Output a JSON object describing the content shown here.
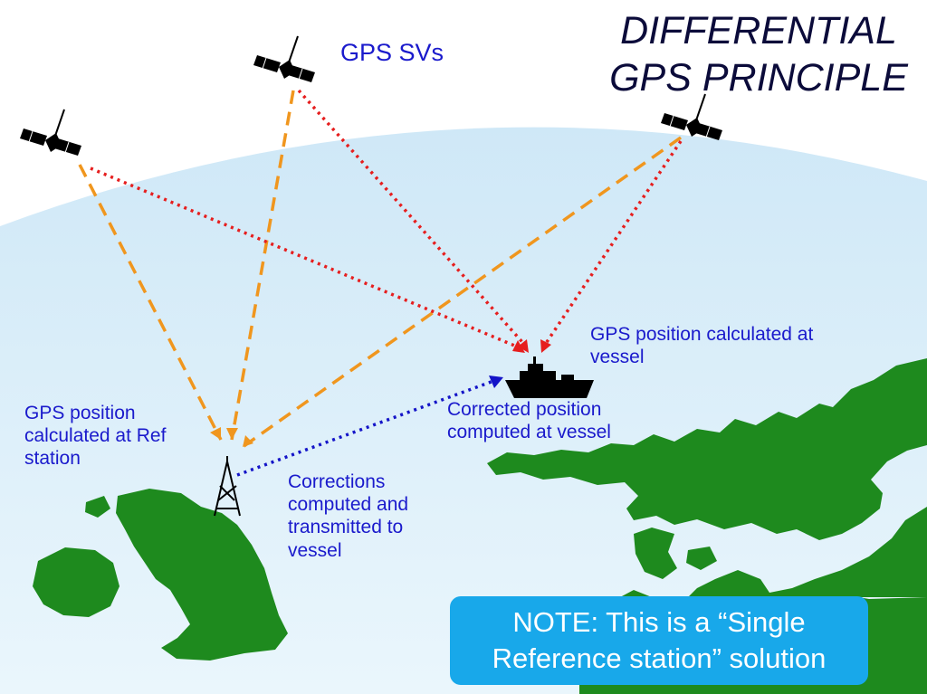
{
  "title": {
    "line1": "DIFFERENTIAL",
    "line2": "GPS PRINCIPLE"
  },
  "labels": {
    "satellites": "GPS SVs",
    "vessel_position": {
      "line1": "GPS position calculated at",
      "line2": "vessel"
    },
    "corrected_position": {
      "line1": "Corrected position",
      "line2": "computed at vessel"
    },
    "ref_position": {
      "line1": "GPS position",
      "line2": "calculated at Ref",
      "line3": "station"
    },
    "corrections": {
      "line1": "Corrections",
      "line2": "computed and",
      "line3": "transmitted to",
      "line4": "vessel"
    }
  },
  "note": {
    "line1": "NOTE:   This is a “Single",
    "line2": "Reference station” solution"
  },
  "colors": {
    "sky": "#ffffff",
    "sea": "#dbeffa",
    "land": "#1e8a1e",
    "range_to_ref": "#f0961e",
    "range_to_vessel": "#e61e1e",
    "correction_link": "#1414c8",
    "note_box": "#18a8ea",
    "label_text": "#1a1acc",
    "title_text": "#0b0b3a"
  },
  "icons": [
    "satellite-icon",
    "reference-tower-icon",
    "vessel-icon"
  ]
}
